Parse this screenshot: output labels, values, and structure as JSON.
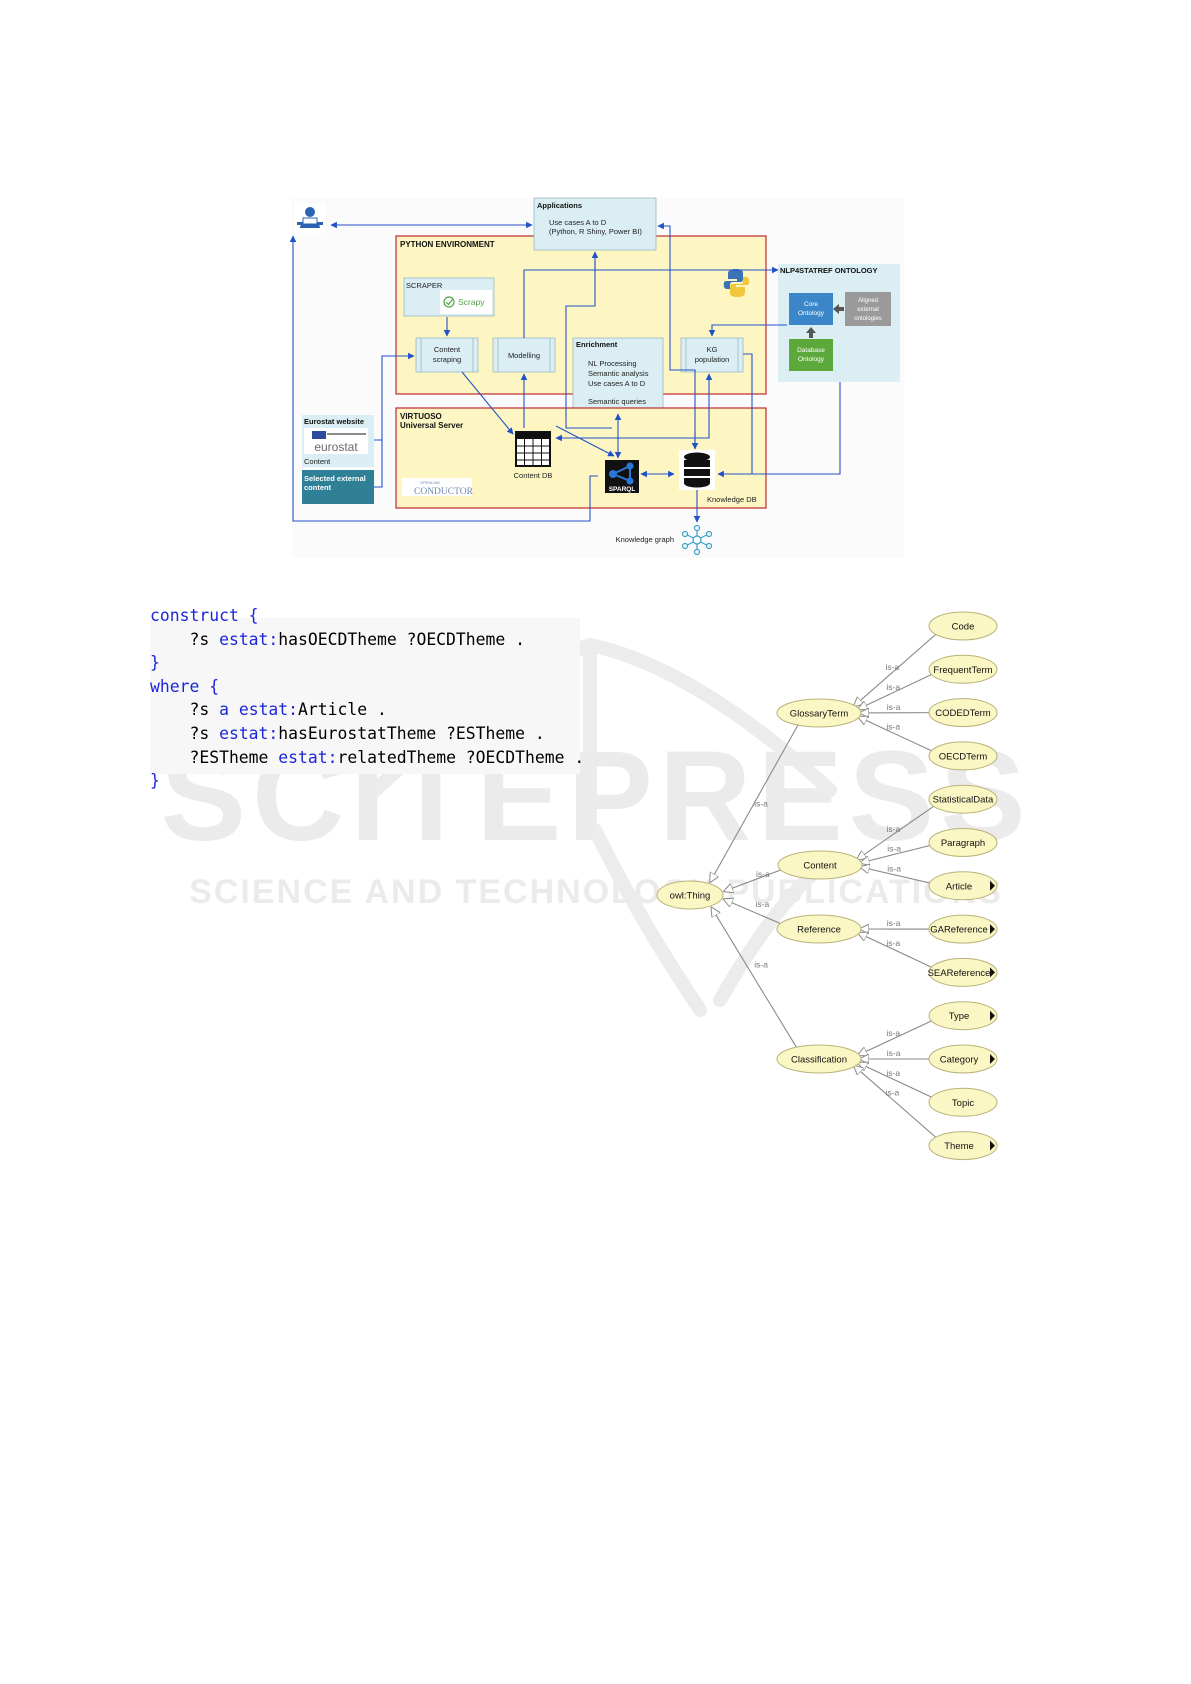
{
  "architecture": {
    "applications_title": "Applications",
    "applications_line1": "Use cases A to D",
    "applications_line2": "(Python, R Shiny, Power BI)",
    "python_env_title": "PYTHON ENVIRONMENT",
    "scraper_title": "SCRAPER",
    "scrapy_label": "Scrapy",
    "content_scraping_line1": "Content",
    "content_scraping_line2": "scraping",
    "modelling": "Modelling",
    "enrichment_title": "Enrichment",
    "enrichment_line1": "NL Processing",
    "enrichment_line2": "Semantic analysis",
    "enrichment_line3": "Use cases A to D",
    "enrichment_line4": "Semantic queries",
    "kg_population_line1": "KG",
    "kg_population_line2": "population",
    "ontology_title": "NLP4STATREF ONTOLOGY",
    "core_ontology_line1": "Core",
    "core_ontology_line2": "Ontology",
    "aligned_line1": "Aligned",
    "aligned_line2": "external",
    "aligned_line3": "ontologies",
    "database_ontology_line1": "Database",
    "database_ontology_line2": "Ontology",
    "eurostat_website": "Eurostat website",
    "eurostat_logo": "eurostat",
    "content": "Content",
    "selected_external_line1": "Selected external",
    "selected_external_line2": "content",
    "virtuoso_title": "VIRTUOSO",
    "virtuoso_subtitle": "Universal Server",
    "content_db": "Content DB",
    "sparql": "SPARQL",
    "knowledge_db": "Knowledge DB",
    "knowledge_graph": "Knowledge graph",
    "openlink_small": "OPENLINK",
    "conductor": "CONDUCTOR",
    "colors": {
      "yellow_fill": "#fdf6c3",
      "red_border": "#c0292f",
      "light_blue": "#daeef3",
      "arrow_blue": "#2352c8",
      "core_blue": "#3a86c8",
      "db_green": "#5da83a",
      "aligned_gray": "#9a9a9a",
      "teal": "#2f7f97"
    }
  },
  "query": {
    "lines": [
      [
        {
          "t": "construct {",
          "c": "kw"
        }
      ],
      [
        {
          "t": "    ?s ",
          "c": ""
        },
        {
          "t": "estat:",
          "c": "pf"
        },
        {
          "t": "hasOECDTheme ?OECDTheme .",
          "c": ""
        }
      ],
      [
        {
          "t": "}",
          "c": "kw"
        }
      ],
      [
        {
          "t": "where {",
          "c": "kw"
        }
      ],
      [
        {
          "t": "    ?s ",
          "c": ""
        },
        {
          "t": "a ",
          "c": "kw"
        },
        {
          "t": "estat:",
          "c": "pf"
        },
        {
          "t": "Article .",
          "c": ""
        }
      ],
      [
        {
          "t": "    ?s ",
          "c": ""
        },
        {
          "t": "estat:",
          "c": "pf"
        },
        {
          "t": "hasEurostatTheme ?ESTheme .",
          "c": ""
        }
      ],
      [
        {
          "t": "    ?ESTheme ",
          "c": ""
        },
        {
          "t": "estat:",
          "c": "pf"
        },
        {
          "t": "relatedTheme ?OECDTheme .",
          "c": ""
        }
      ],
      [
        {
          "t": "}",
          "c": "kw"
        }
      ]
    ]
  },
  "ontology": {
    "root": "owl:Thing",
    "edge_label": "is-a",
    "classes": [
      "GlossaryTerm",
      "Content",
      "Reference",
      "Classification"
    ],
    "leaves": {
      "GlossaryTerm": [
        "Code",
        "FrequentTerm",
        "CODEDTerm",
        "OECDTerm"
      ],
      "Content": [
        "StatisticalData",
        "Paragraph",
        "Article"
      ],
      "Reference": [
        "GAReference",
        "SEAReference"
      ],
      "Classification": [
        "Type",
        "Category",
        "Topic",
        "Theme"
      ]
    },
    "expandable": [
      "Article",
      "GAReference",
      "SEAReference",
      "Type",
      "Category",
      "Theme"
    ]
  },
  "watermark": {
    "main": "SCITEPRESS",
    "sub": "SCIENCE AND TECHNOLOGY PUBLICATIONS"
  }
}
